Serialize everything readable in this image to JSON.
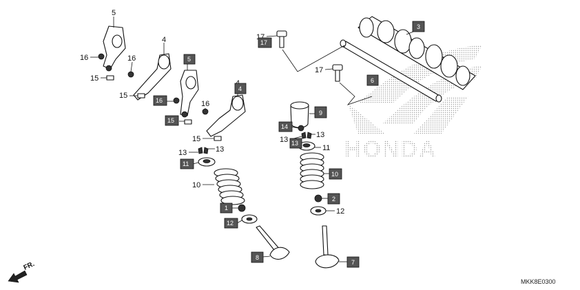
{
  "diagram_code": "MKK8E0300",
  "front_indicator": "FR.",
  "brand_logo": "HONDA",
  "labels": {
    "p5a": "5",
    "p4a": "4",
    "p16a": "16",
    "p16b": "16",
    "p15a": "15",
    "p15b": "15",
    "p16d": "16",
    "p4b": "4",
    "p15d": "15",
    "p13a": "13",
    "p13b": "13",
    "p10a": "10",
    "p17a": "17",
    "p17c": "17",
    "p13c": "13",
    "p13d": "13",
    "p11b": "11",
    "p12b": "12"
  },
  "boxed_labels": {
    "b5": "5",
    "b16": "16",
    "b15": "15",
    "b4": "4",
    "b11": "11",
    "b1": "1",
    "b12": "12",
    "b8": "8",
    "b17a": "17",
    "b3": "3",
    "b6": "6",
    "b9": "9",
    "b14": "14",
    "b13": "13",
    "b10": "10",
    "b2": "2",
    "b7": "7"
  }
}
